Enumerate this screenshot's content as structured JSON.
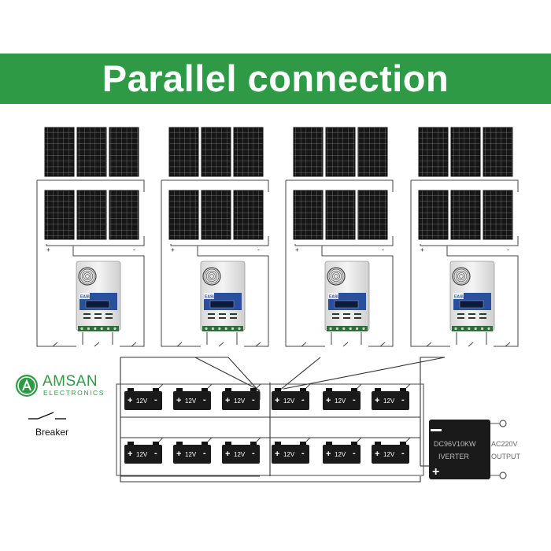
{
  "title": "Parallel connection",
  "brand": {
    "name": "AMSAN",
    "subtitle": "ELECTRONICS"
  },
  "breaker_label": "Breaker",
  "battery_label": "12V",
  "controller_brand": "EASUN",
  "inverter": {
    "model": "DC96V10KW",
    "type": "IVERTER"
  },
  "output": {
    "voltage": "AC220V",
    "label": "OUTPUT"
  },
  "colors": {
    "banner": "#2e9a45",
    "panel": "#1b1b1b",
    "controller_blue": "#2a4f9c"
  },
  "counts": {
    "arrays": 4,
    "panels_per_array": 6,
    "batteries": 12
  }
}
